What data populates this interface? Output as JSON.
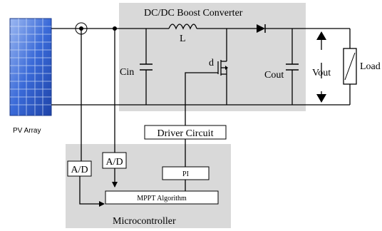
{
  "labels": {
    "converter": "DC/DC Boost Converter",
    "inductor": "L",
    "cin": "Cin",
    "cout": "Cout",
    "switch": "d",
    "vout": "Vout",
    "load": "Load",
    "pv_array": "PV Array",
    "driver": "Driver Circuit",
    "pi": "PI",
    "mppt": "MPPT Algorithm",
    "adc_left": "A/D",
    "adc_right": "A/D",
    "microcontroller": "Microcontroller"
  },
  "colors": {
    "panel": "#d9d9d9",
    "pv_blue": "#2f5fd0",
    "pv_light": "#9db9f2",
    "line": "#000000"
  }
}
